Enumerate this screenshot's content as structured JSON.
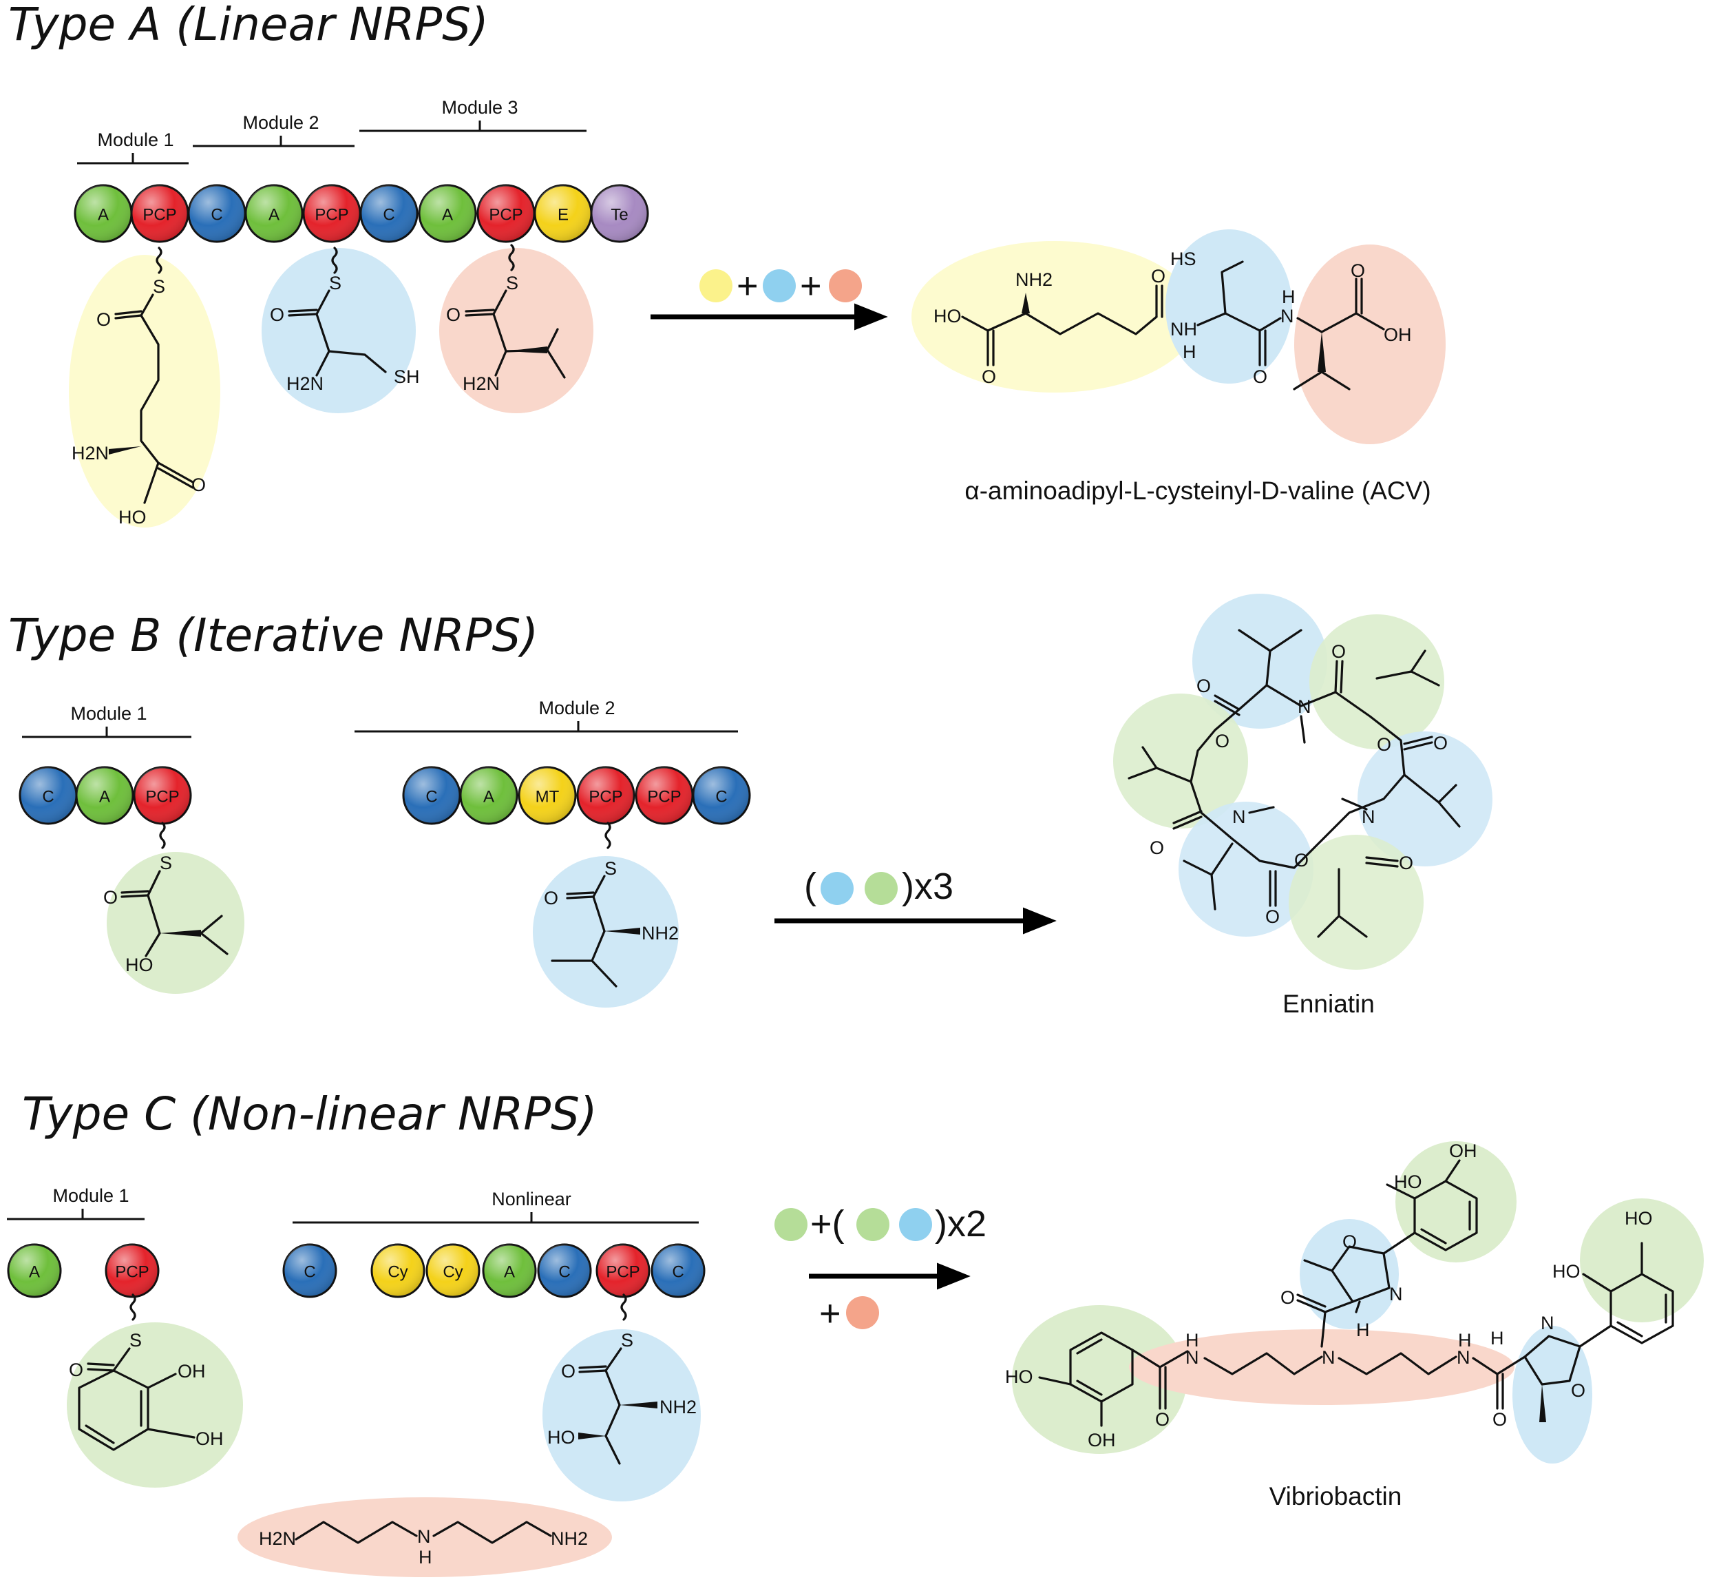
{
  "colors": {
    "A": "#6fbf3c",
    "PCP": "#e4232b",
    "C": "#2a6fb8",
    "E": "#f4d21a",
    "Te": "#a78ac2",
    "MT": "#f4d21a",
    "Cy": "#f4d21a",
    "yellow_blob": "#fdfbcf",
    "blue_blob": "#cfe8f6",
    "salmon_blob": "#f9d7cb",
    "green_blob": "#dcedcd",
    "yellow_dot": "#fbf28b",
    "blue_dot": "#8fd0ef",
    "salmon_dot": "#f4a48a",
    "green_dot": "#b5dd98"
  },
  "type_a": {
    "title": "Type A (Linear NRPS)",
    "modules": [
      "Module 1",
      "Module 2",
      "Module 3"
    ],
    "domains": [
      "A",
      "PCP",
      "C",
      "A",
      "PCP",
      "C",
      "A",
      "PCP",
      "E",
      "Te"
    ],
    "reaction_plus": "+",
    "product_name": "α-aminoadipyl-L-cysteinyl-D-valine (ACV)",
    "atoms": {
      "s": "S",
      "o": "O",
      "sh": "SH",
      "oh": "OH",
      "ho": "HO",
      "h2n": "H2N",
      "nh2": "NH2",
      "nh": "NH",
      "n": "N",
      "h": "H",
      "hs": "HS"
    }
  },
  "type_b": {
    "title": "Type B (Iterative NRPS)",
    "modules": [
      "Module 1",
      "Module 2"
    ],
    "module1_domains": [
      "C",
      "A",
      "PCP"
    ],
    "module2_domains": [
      "C",
      "A",
      "MT",
      "PCP",
      "PCP",
      "C"
    ],
    "reaction_open": "(",
    "reaction_close": ")x3",
    "product_name": "Enniatin"
  },
  "type_c": {
    "title": "Type C (Non-linear NRPS)",
    "modules": [
      "Module 1",
      "Nonlinear"
    ],
    "module1_domains": [
      "A",
      "PCP"
    ],
    "nonlinear_domains": [
      "C",
      "Cy",
      "Cy",
      "A",
      "C",
      "PCP",
      "C"
    ],
    "reaction_plus": "+",
    "reaction_open": "+(",
    "reaction_close": ")x2",
    "product_name": "Vibriobactin"
  }
}
